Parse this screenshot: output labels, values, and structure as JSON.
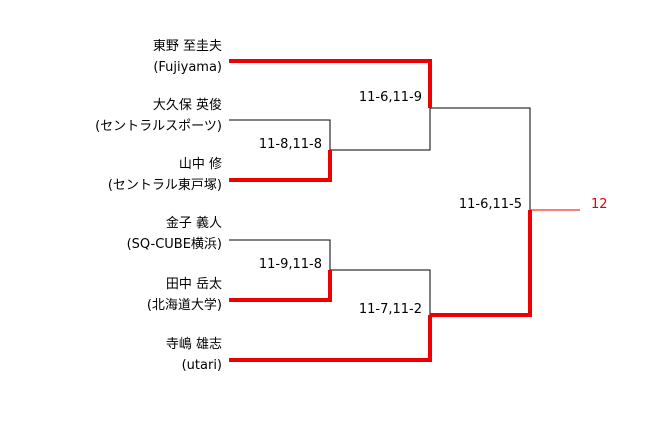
{
  "players": [
    {
      "name": "東野 至圭夫",
      "club": "(Fujiyama)"
    },
    {
      "name": "大久保 英俊",
      "club": "(セントラルスポーツ)"
    },
    {
      "name": "山中 修",
      "club": "(セントラル東戸塚)"
    },
    {
      "name": "金子 義人",
      "club": "(SQ-CUBE横浜)"
    },
    {
      "name": "田中 岳太",
      "club": "(北海道大学)"
    },
    {
      "name": "寺嶋 雄志",
      "club": "(utari)"
    }
  ],
  "scores": {
    "r1_top": "11-8,11-8",
    "r2_top": "11-6,11-9",
    "r1_bottom": "11-9,11-8",
    "r2_bottom": "11-7,11-2",
    "final": "11-6,11-5"
  },
  "result_label": "12",
  "colors": {
    "winner_line": "#ee0000",
    "loser_line": "#000000",
    "result_text": "#dd0000"
  }
}
